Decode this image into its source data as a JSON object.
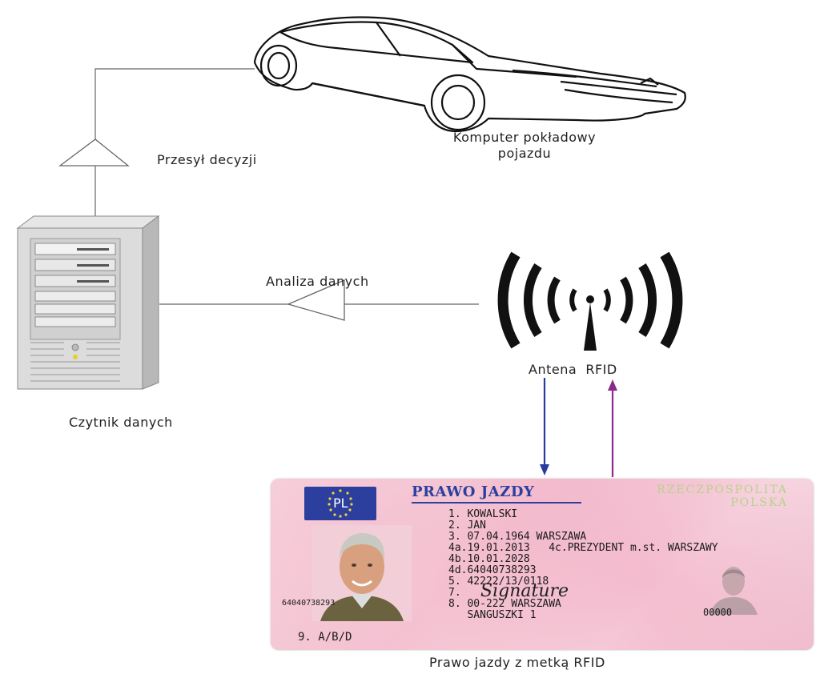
{
  "labels": {
    "car_line1": "Komputer pokładowy",
    "car_line2": "pojazdu",
    "przesyl": "Przesył decyzji",
    "analiza": "Analiza danych",
    "czytnik": "Czytnik danych",
    "antena": "Antena  RFID",
    "prawo": "Prawo jazdy z metką RFID"
  },
  "license": {
    "country_code": "PL",
    "title": "PRAWO JAZDY",
    "country_line1": "RZECZPOSPOLITA",
    "country_line2": "POLSKA",
    "fields": [
      "1. KOWALSKI",
      "2. JAN",
      "3. 07.04.1964 WARSZAWA",
      "4a.19.01.2013   4c.PREZYDENT m.st. WARSZAWY",
      "4b.10.01.2028",
      "4d.64040738293",
      "5. 42222/13/0118",
      "7.",
      "8. 00-222 WARSZAWA",
      "   SANGUSZKI 1"
    ],
    "photo_number": "64040738293",
    "category": "9. A/B/D",
    "signature": "Signature",
    "ghost_number": "00000"
  },
  "colors": {
    "arrow_down": "#2b3aa0",
    "arrow_up": "#8a2a8a",
    "eu_blue": "#2d3f9e",
    "line": "#666666"
  }
}
